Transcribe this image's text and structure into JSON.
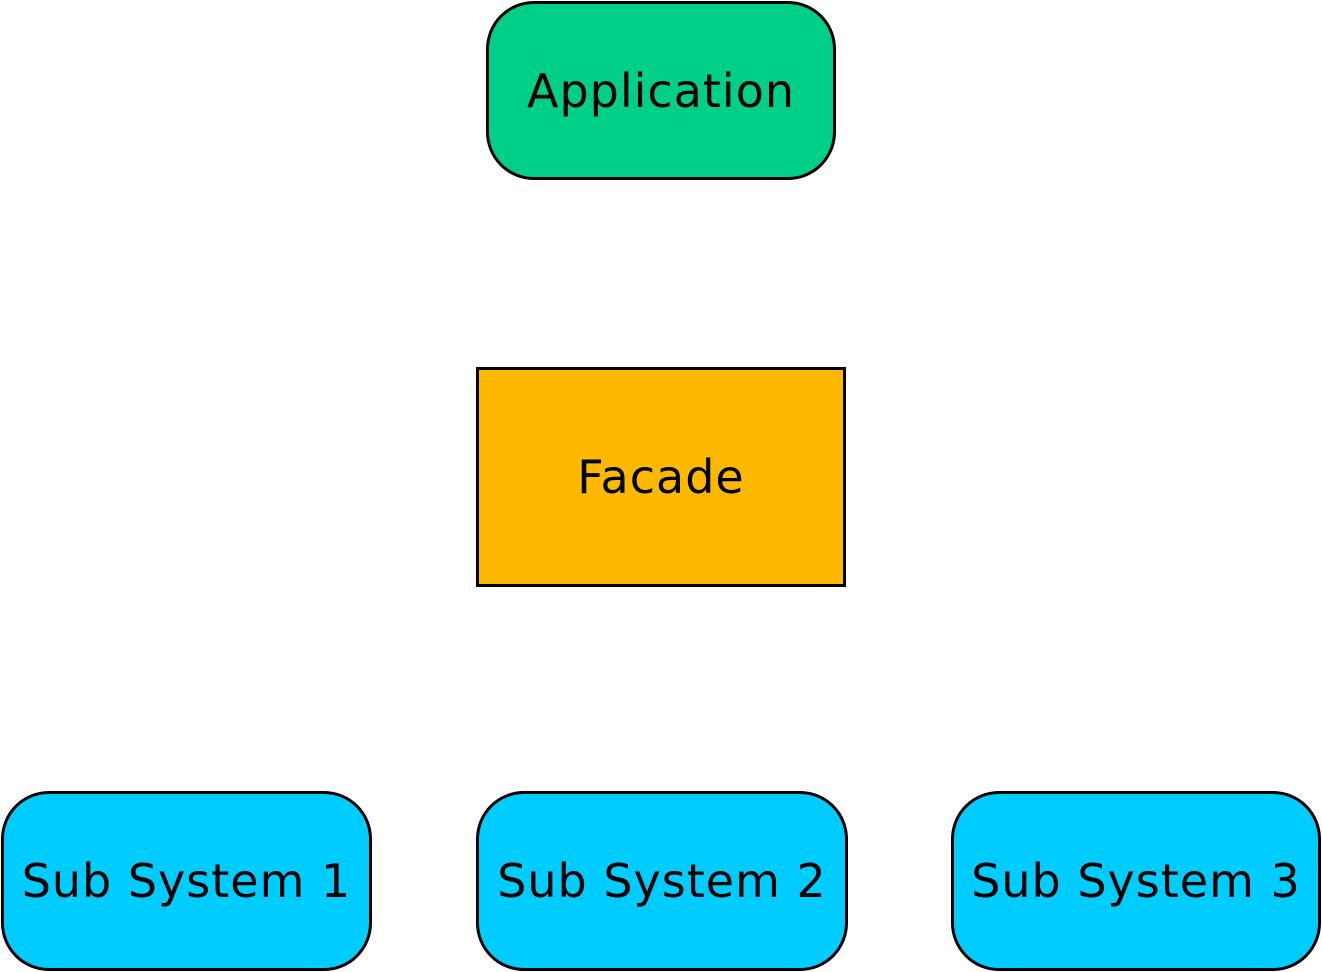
{
  "diagram": {
    "type": "facade-pattern",
    "nodes": [
      {
        "id": "app",
        "label": "Application",
        "shape": "rounded-rectangle",
        "color": "#00CF88"
      },
      {
        "id": "facade",
        "label": "Facade",
        "shape": "rectangle",
        "color": "#FDB900"
      },
      {
        "id": "s1",
        "label": "Sub System 1",
        "shape": "rounded-rectangle",
        "color": "#00CCFF"
      },
      {
        "id": "s2",
        "label": "Sub System 2",
        "shape": "rounded-rectangle",
        "color": "#00CCFF"
      },
      {
        "id": "s3",
        "label": "Sub System 3",
        "shape": "rounded-rectangle",
        "color": "#00CCFF"
      }
    ]
  }
}
